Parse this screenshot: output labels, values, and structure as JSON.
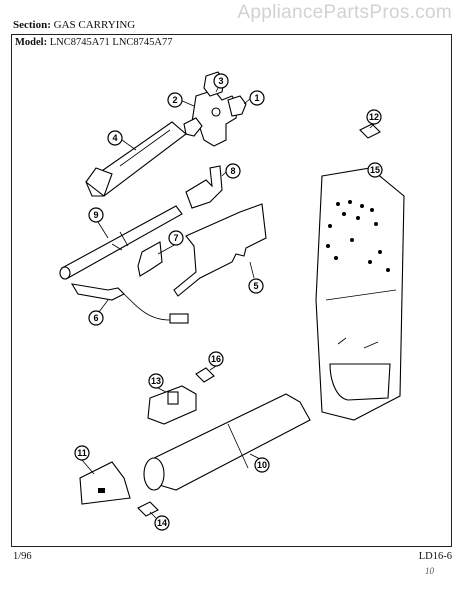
{
  "watermark": "AppliancePartsPros.com",
  "header": {
    "section_label": "Section:",
    "section_value": "GAS CARRYING"
  },
  "sheet": {
    "model_label": "Model:",
    "model_values": "LNC8745A71  LNC8745A77"
  },
  "callouts": [
    "1",
    "2",
    "3",
    "4",
    "6",
    "7",
    "8",
    "9",
    "10",
    "11",
    "12",
    "13",
    "14",
    "15",
    "16",
    "5"
  ],
  "footer": {
    "left": "1/96",
    "right": "LD16-6",
    "note": "10"
  }
}
